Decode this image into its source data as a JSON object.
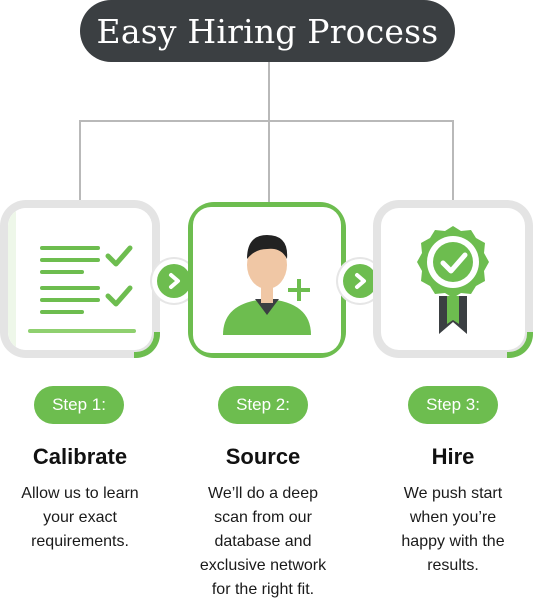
{
  "title": "Easy Hiring Process",
  "colors": {
    "accent": "#6dbd4f",
    "dark": "#3b3f42",
    "line": "#b9b9b9"
  },
  "steps": [
    {
      "label": "Step 1:",
      "title": "Calibrate",
      "desc_lines": [
        "Allow us to learn",
        "your exact",
        "requirements."
      ],
      "icon": "checklist-icon"
    },
    {
      "label": "Step 2:",
      "title": "Source",
      "desc_lines": [
        "We’ll do a deep",
        "scan from our",
        "database and",
        "exclusive network",
        "for the right fit."
      ],
      "icon": "add-person-icon"
    },
    {
      "label": "Step 3:",
      "title": "Hire",
      "desc_lines": [
        "We push start",
        "when you’re",
        "happy with the",
        "results."
      ],
      "icon": "award-badge-icon"
    }
  ],
  "arrows": [
    "chevron-right-icon",
    "chevron-right-icon"
  ]
}
